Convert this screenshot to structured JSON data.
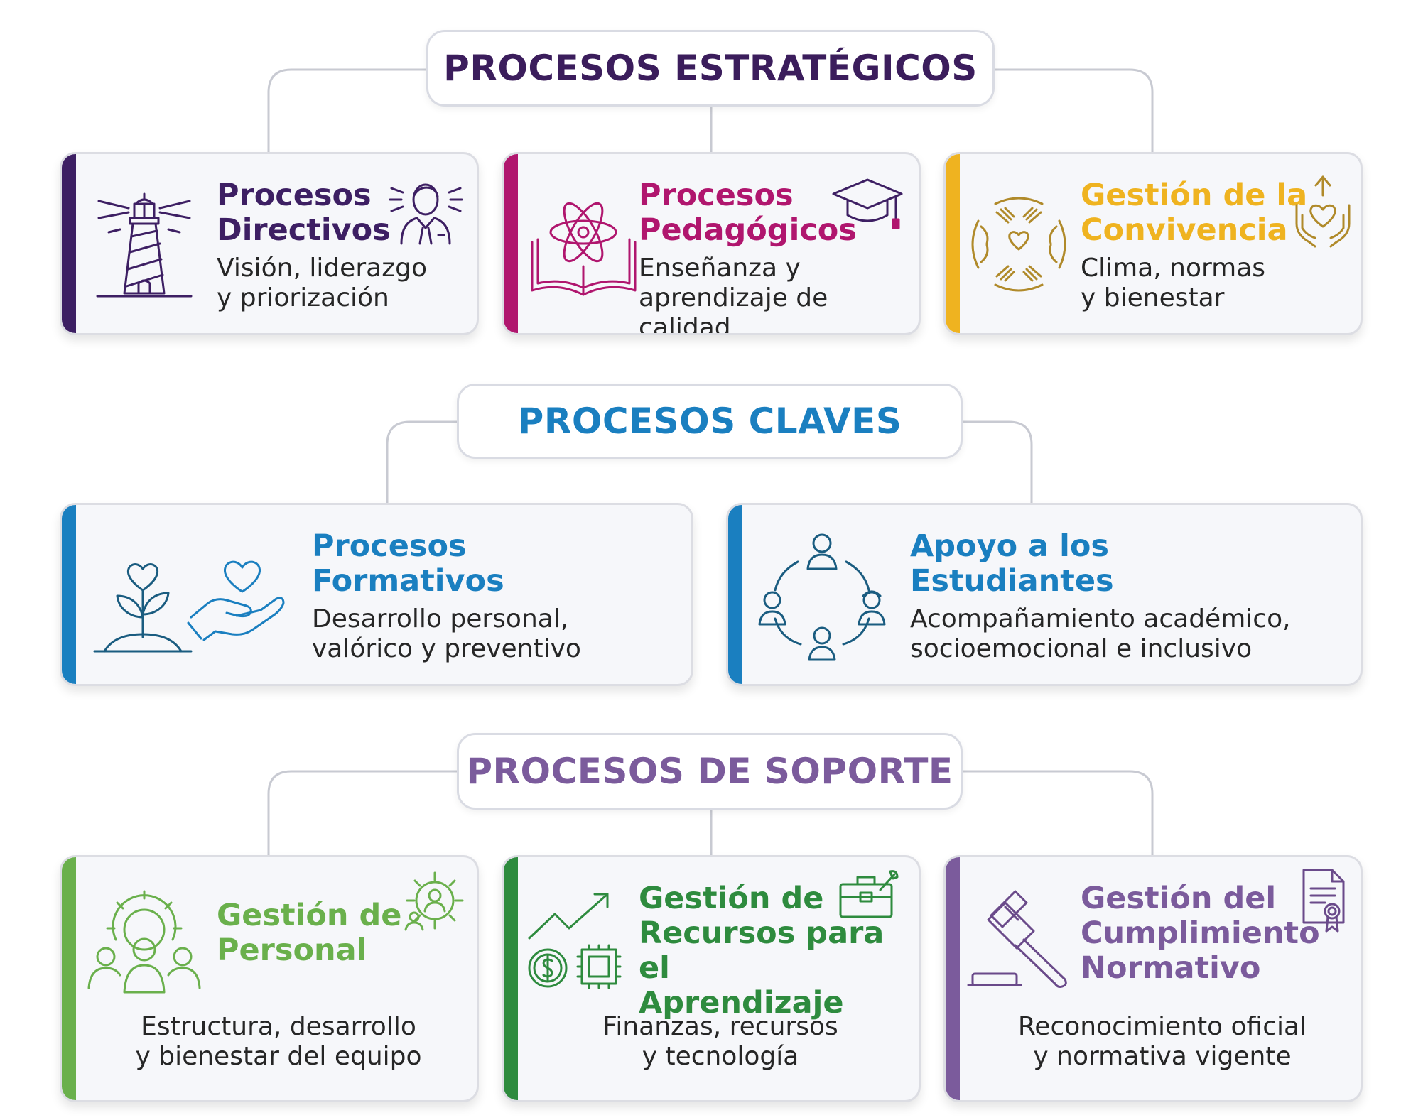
{
  "colors": {
    "strategic_header": "#3b1d5c",
    "key_header": "#1a7fc0",
    "support_header": "#7b5b9c",
    "directivos": "#3d1f63",
    "pedagogicos": "#b0166e",
    "convivencia": "#efb320",
    "formativos": "#1a7fc0",
    "estudiantes": "#1a7fc0",
    "personal": "#6ab04c",
    "recursos": "#2e8b3e",
    "normativo": "#7b5b9c",
    "connector": "#c8cad2"
  },
  "strategic": {
    "header": "PROCESOS ESTRATÉGICOS",
    "cards": [
      {
        "title": "Procesos\nDirectivos",
        "desc": "Visión, liderazgo\ny priorización",
        "icons": [
          "lighthouse-icon",
          "leader-icon"
        ]
      },
      {
        "title": "Procesos\nPedagógicos",
        "desc": "Enseñanza y\naprendizaje de calidad",
        "icons": [
          "atom-book-icon",
          "graduation-cap-icon"
        ]
      },
      {
        "title": "Gestión de la\nConvivencia",
        "desc": "Clima, normas\ny bienestar",
        "icons": [
          "hands-circle-icon",
          "heart-hands-icon"
        ]
      }
    ]
  },
  "key": {
    "header": "PROCESOS CLAVES",
    "cards": [
      {
        "title": "Procesos\nFormativos",
        "desc": "Desarrollo personal,\nvalórico y preventivo",
        "icons": [
          "heart-plant-icon",
          "heart-in-hand-icon"
        ]
      },
      {
        "title": "Apoyo a los\nEstudiantes",
        "desc": "Acompañamiento académico,\nsocioemocional e inclusivo",
        "icons": [
          "people-circle-icon"
        ]
      }
    ]
  },
  "support": {
    "header": "PROCESOS DE SOPORTE",
    "cards": [
      {
        "title": "Gestión de\nPersonal",
        "desc": "Estructura, desarrollo\ny bienestar del equipo",
        "icons": [
          "team-gear-icon",
          "user-gear-icon"
        ]
      },
      {
        "title": "Gestión de\nRecursos para el\nAprendizaje",
        "desc": "Finanzas, recursos\ny tecnología",
        "icons": [
          "growth-chip-icon",
          "toolbox-icon"
        ]
      },
      {
        "title": "Gestión del\nCumplimiento\nNormativo",
        "desc": "Reconocimiento oficial\ny normativa vigente",
        "icons": [
          "gavel-icon",
          "certificate-icon"
        ]
      }
    ]
  }
}
